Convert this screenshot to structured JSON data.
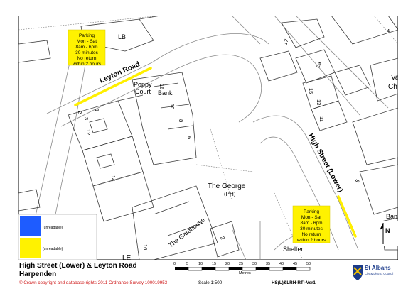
{
  "map": {
    "labels": {
      "lb": "LB",
      "n17": "17",
      "n4": "4",
      "n1": "1",
      "n2": "2",
      "n3": "3",
      "n12": "12",
      "n14": "14",
      "n10": "10",
      "n8": "8",
      "n6": "6",
      "n16": "16",
      "n2b": "2",
      "n2a": "2a",
      "n15": "15",
      "n13": "13",
      "n11": "11",
      "n5": "5",
      "poppy": "Poppy",
      "court": "Court",
      "bank": "Bank",
      "bank2": "Bank",
      "va": "Va",
      "ch": "Ch",
      "the_george": "The George",
      "ph": "(PH)",
      "gatehouse": "The Gatehouse",
      "shelter": "Shelter",
      "le": "LE"
    },
    "roads": {
      "leyton": "Leyton Road",
      "high_street": "High Street (Lower)"
    },
    "notes": {
      "top_left": [
        "Parking",
        "Mon - Sat",
        "8am - 6pm",
        "30 minutes",
        "No return",
        "within 2 hours"
      ],
      "bottom_right": [
        "Parking",
        "Mon - Sat",
        "8am - 6pm",
        "30 minutes",
        "No return",
        "within 2 hours"
      ]
    },
    "north": "N",
    "colors": {
      "restriction_line": "#ffef00",
      "note_fill": "#fff200",
      "legend_blue": "#1e5cff",
      "legend_yellow": "#fff200",
      "building_stroke": "#3a3a3a",
      "road_stroke": "#8a8a8a"
    }
  },
  "legend": {
    "items": [
      {
        "color": "#1e5cff",
        "lines": [
          "(unreadable)"
        ]
      },
      {
        "color": "#fff200",
        "lines": [
          "(unreadable)"
        ]
      }
    ]
  },
  "footer": {
    "title_line1": "High Street (Lower) & Leyton Road",
    "title_line2": "Harpenden",
    "copyright": "© Crown copyright and database rights 2011 Ordnance Survey 100019953",
    "scale_label": "Scale 1:500",
    "reference": "HS(L)&LRH-RTI-Ver1",
    "scale_ticks": [
      "0",
      "5",
      "10",
      "15",
      "20",
      "25",
      "30",
      "35",
      "40",
      "45",
      "50"
    ],
    "scale_unit": "Metres",
    "logo_name": "St Albans",
    "logo_sub": "City & District Council"
  }
}
